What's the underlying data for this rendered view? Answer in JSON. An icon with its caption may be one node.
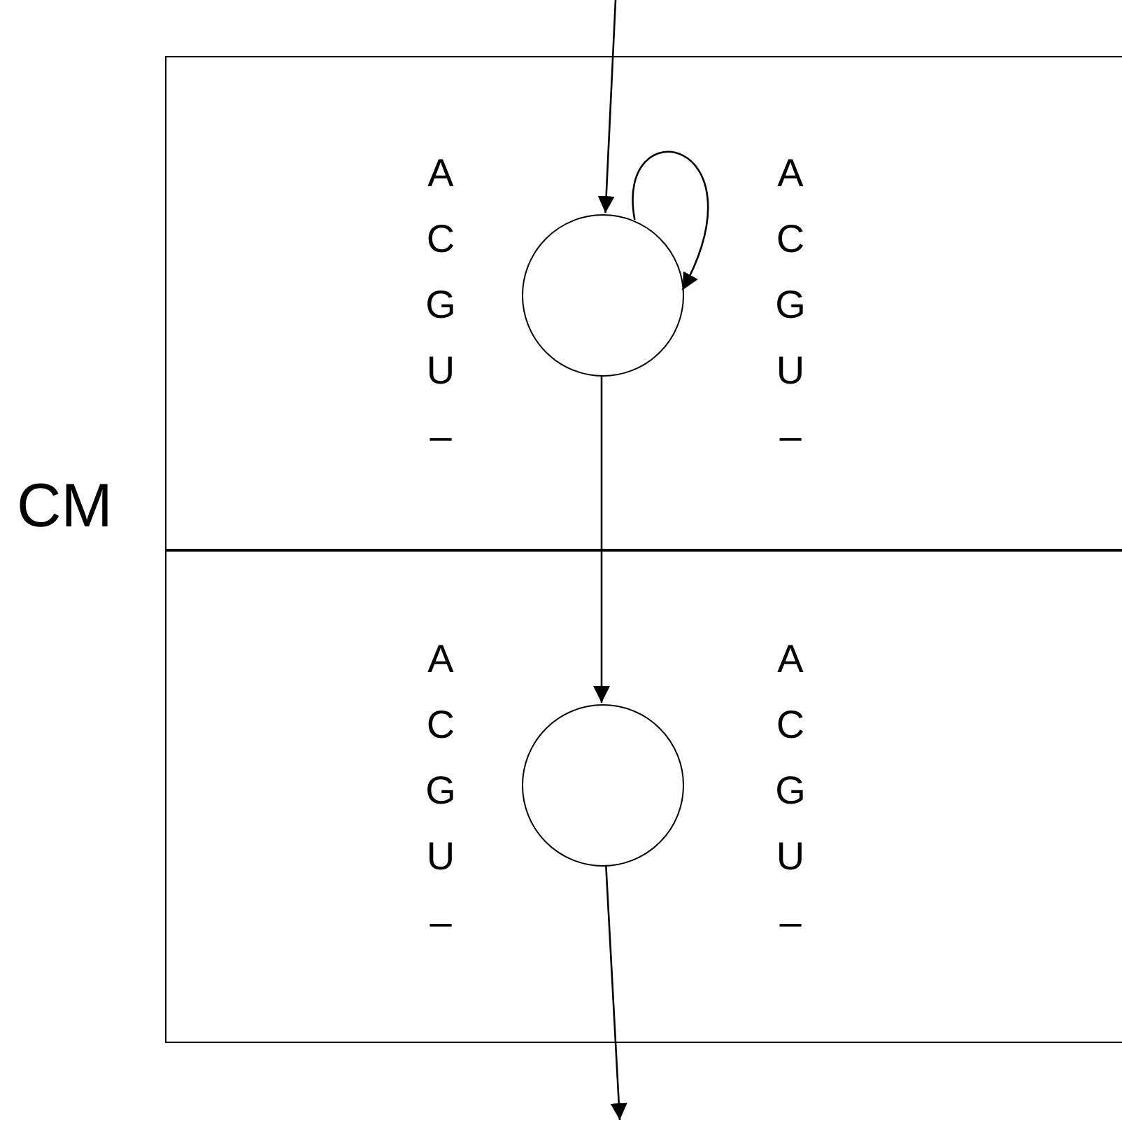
{
  "diagram": {
    "nodes": [
      {
        "text": [],
        "shape": "box"
      },
      {
        "text": [],
        "shape": "box"
      },
      {
        "text": [],
        "shape": "circle",
        "in": 0
      },
      {
        "text": [],
        "shape": "circle",
        "in": 1
      }
    ],
    "edges": [
      {
        "from": null,
        "to": 2,
        "arrow": "to"
      },
      {
        "from": 2,
        "to": 2,
        "arrow": "to"
      },
      {
        "from": 2,
        "to": 3,
        "arrow": "to"
      },
      {
        "from": 3,
        "to": null,
        "arrow": "to"
      }
    ],
    "labels": [
      "A C G U –",
      "A C G U –",
      "CM",
      "A C G U –",
      "A C G U –"
    ]
  }
}
